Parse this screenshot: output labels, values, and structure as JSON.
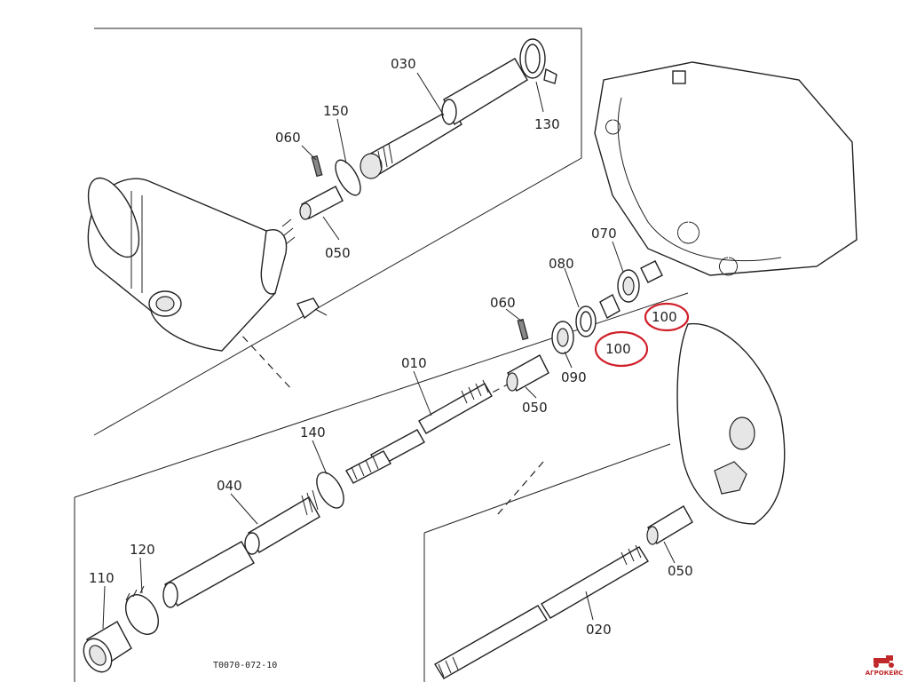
{
  "callouts": {
    "p030": "030",
    "p130": "130",
    "p150": "150",
    "p060_top": "060",
    "p050_top": "050",
    "p070": "070",
    "p080": "080",
    "p100_a": "100",
    "p100_b": "100",
    "p060_mid": "060",
    "p010": "010",
    "p090": "090",
    "p050_mid": "050",
    "p140": "140",
    "p040": "040",
    "p120": "120",
    "p110": "110",
    "p050_bot": "050",
    "p020": "020"
  },
  "drawing_code": "T0070-072-10",
  "watermark": {
    "text": "АГРОКЕЙС",
    "color": "#c0282a"
  },
  "highlight_color": "#d0202a"
}
